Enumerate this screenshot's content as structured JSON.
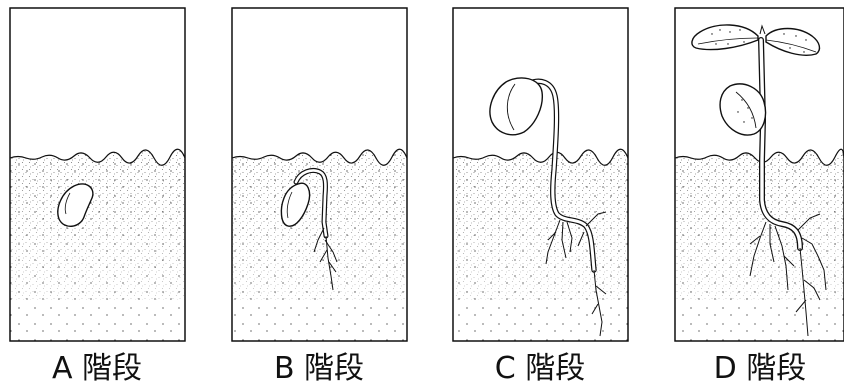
{
  "stages": [
    {
      "id": "A",
      "caption": "A 階段"
    },
    {
      "id": "B",
      "caption": "B 階段"
    },
    {
      "id": "C",
      "caption": "C 階段"
    },
    {
      "id": "D",
      "caption": "D 階段"
    }
  ],
  "colors": {
    "ink": "#111111",
    "background": "#ffffff"
  }
}
